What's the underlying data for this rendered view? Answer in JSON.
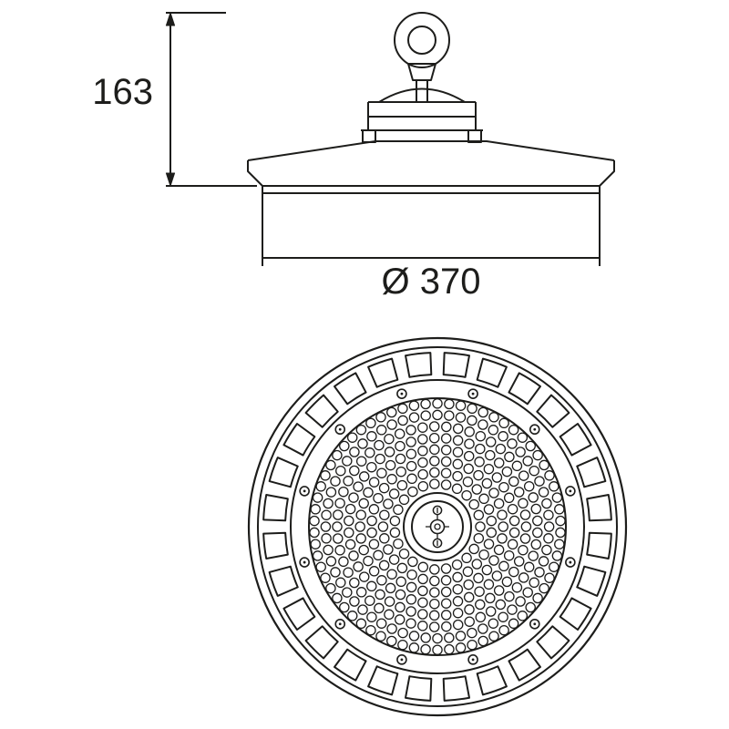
{
  "diagram": {
    "type": "technical-dimension-drawing",
    "subject": "round-high-bay-luminaire",
    "background": "#ffffff",
    "line_color": "#1d1d1b",
    "labels": {
      "height": "163",
      "diameter": "Ø 370"
    },
    "front_view": {
      "fin_count": 28,
      "fin_gap_deg": 4.6,
      "screw_count": 12,
      "led_hole_rings": 8
    }
  }
}
